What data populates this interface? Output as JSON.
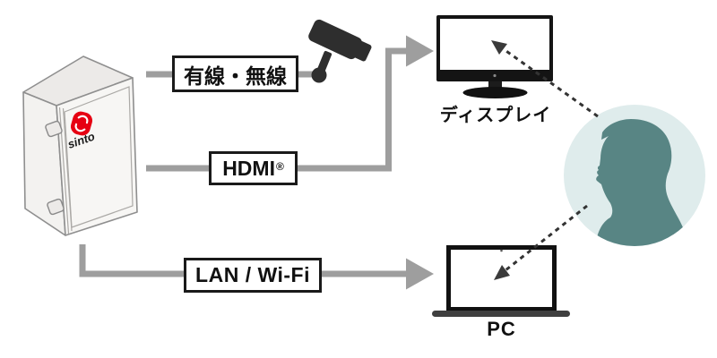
{
  "device": {
    "logo_text": "sinto",
    "description": "control-cabinet-illustration"
  },
  "connections": [
    {
      "id": "wired-wireless",
      "label": "有線・無線"
    },
    {
      "id": "hdmi",
      "label": "HDMI",
      "mark": "®"
    },
    {
      "id": "lan-wifi",
      "label": "LAN / Wi-Fi"
    }
  ],
  "endpoints": {
    "display": {
      "label": "ディスプレイ"
    },
    "pc": {
      "label": "PC"
    }
  },
  "icons": {
    "camera": "security-camera-icon",
    "display": "monitor-icon",
    "pc": "laptop-icon",
    "person": "person-silhouette-icon",
    "logo": "sinto-swirl-logo"
  },
  "colors": {
    "connector": "#9e9e9e",
    "outline": "#1a1a1a",
    "icon_dark": "#2e2e2e",
    "logo_red": "#e60012",
    "person_fill": "#588584",
    "person_bg": "#dfecec",
    "gaze_arrow": "#333333"
  }
}
